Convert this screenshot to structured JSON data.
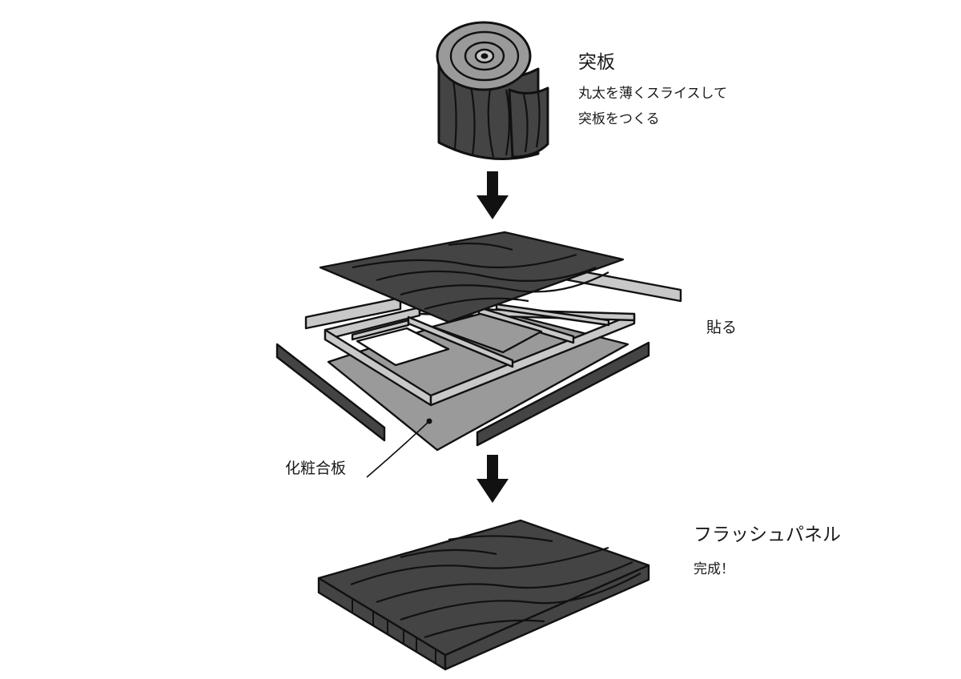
{
  "labels": {
    "veneer_title": "突板",
    "veneer_desc_line1": "丸太を薄くスライスして",
    "veneer_desc_line2": "突板をつくる",
    "glue": "貼る",
    "plywood": "化粧合板",
    "panel_title": "フラッシュパネル",
    "panel_done": "完成！"
  },
  "colors": {
    "outline": "#111111",
    "dark_wood": "#444444",
    "mid_gray": "#9a9a9a",
    "light_gray": "#c8c8c8",
    "white": "#ffffff"
  },
  "icons": {
    "log": "log-roll-icon",
    "arrow": "down-arrow-icon"
  }
}
